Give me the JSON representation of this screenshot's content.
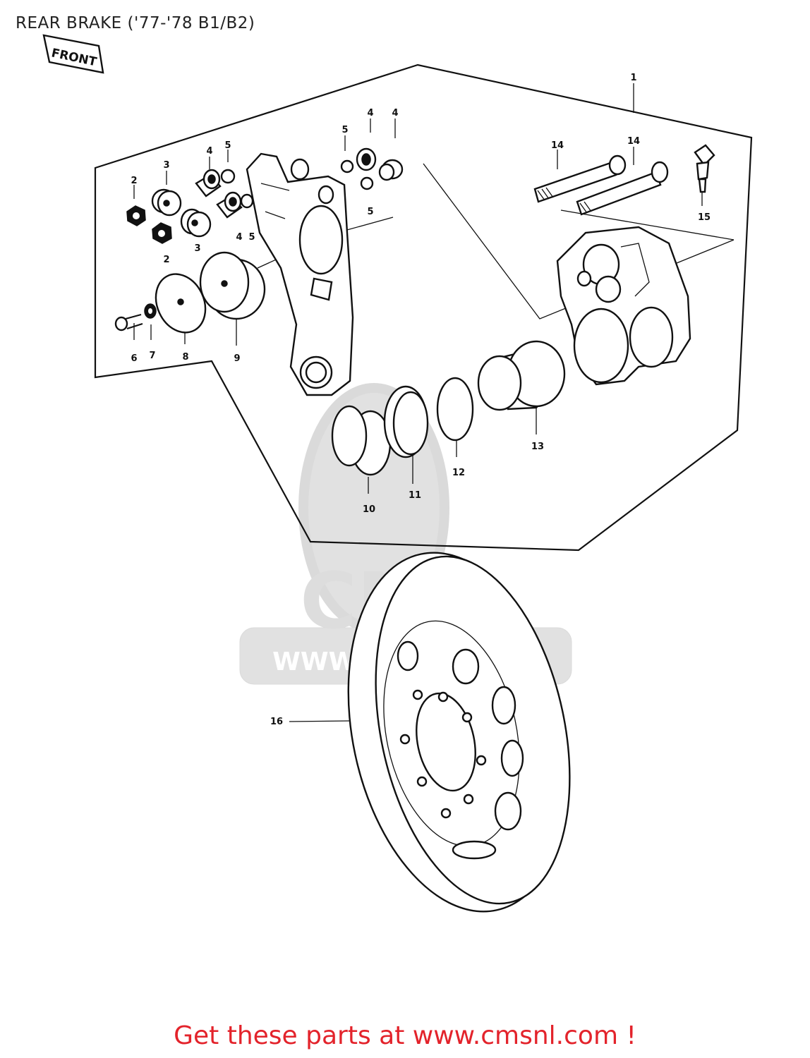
{
  "title": "REAR BRAKE ('77-'78 B1/B2)",
  "front_tag": "FRONT",
  "watermark": {
    "brand": "CMS",
    "site": "WWW.CMSNL.COM"
  },
  "promo_text": "Get these parts at www.cmsnl.com !",
  "callouts": [
    "1",
    "2",
    "2",
    "3",
    "3",
    "4",
    "4",
    "4",
    "4",
    "5",
    "5",
    "5",
    "5",
    "6",
    "7",
    "8",
    "9",
    "10",
    "11",
    "12",
    "13",
    "14",
    "14",
    "15",
    "16"
  ]
}
